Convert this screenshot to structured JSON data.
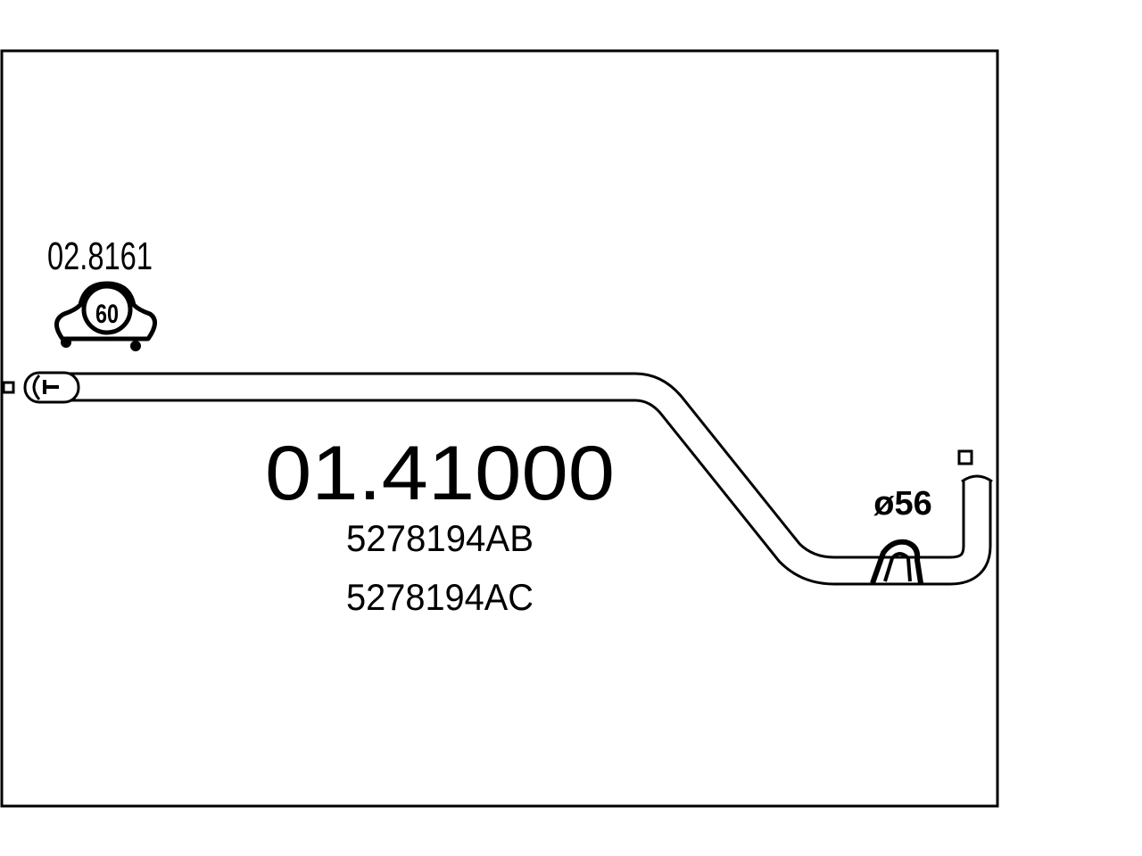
{
  "clamp": {
    "part_number": "02.8161",
    "size": "60"
  },
  "pipe": {
    "part_number": "01.41000",
    "oe_numbers": [
      "5278194AB",
      "5278194AC"
    ],
    "outlet_diameter": "ø56"
  },
  "colors": {
    "line": "#000000",
    "background": "#ffffff"
  },
  "icons": {
    "clamp": "exhaust-clamp-icon",
    "connector_left": "square-connector-icon",
    "connector_right": "square-connector-icon"
  }
}
